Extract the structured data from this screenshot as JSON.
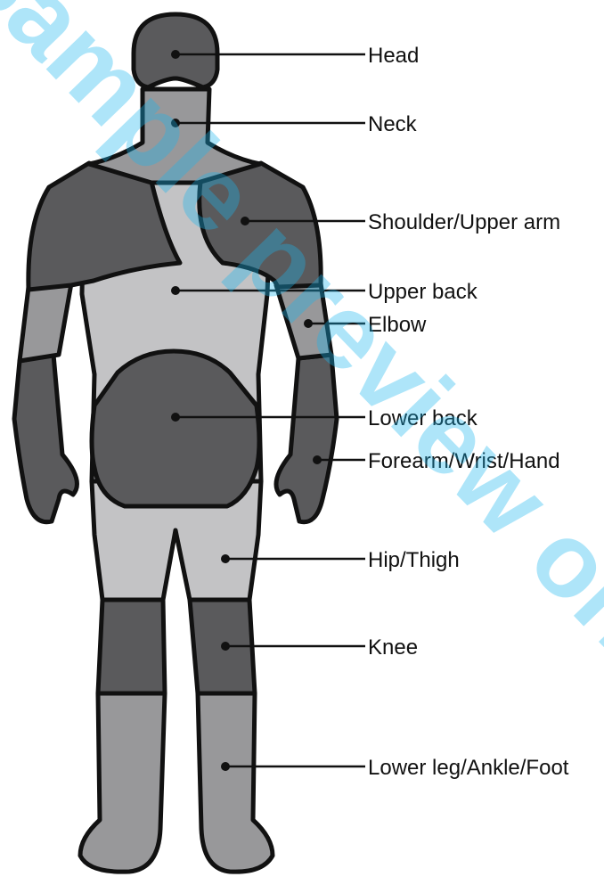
{
  "figure": {
    "watermark_text": "Sample preview only",
    "colors": {
      "outline": "#111111",
      "dark_region": "#5a5a5c",
      "medium_region": "#98989a",
      "light_region": "#c3c3c5",
      "watermark": "#19b6ef"
    },
    "labels": [
      {
        "id": "head",
        "text": "Head"
      },
      {
        "id": "neck",
        "text": "Neck"
      },
      {
        "id": "shoulder",
        "text": "Shoulder/Upper arm"
      },
      {
        "id": "upper-back",
        "text": "Upper back"
      },
      {
        "id": "elbow",
        "text": "Elbow"
      },
      {
        "id": "lower-back",
        "text": "Lower back"
      },
      {
        "id": "forearm",
        "text": "Forearm/Wrist/Hand"
      },
      {
        "id": "hip",
        "text": "Hip/Thigh"
      },
      {
        "id": "knee",
        "text": "Knee"
      },
      {
        "id": "lower-leg",
        "text": "Lower leg/Ankle/Foot"
      }
    ]
  }
}
